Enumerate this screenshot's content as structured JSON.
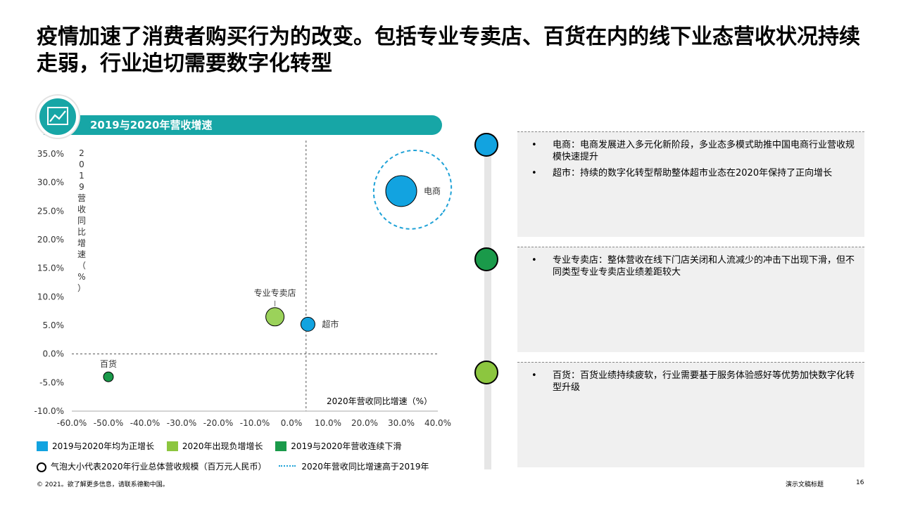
{
  "page": {
    "title": "疫情加速了消费者购买行为的改变。包括专业专卖店、百货在内的线下业态营收状况持续走弱，行业迫切需要数字化转型",
    "chart_header": "2019与2020年营收增速",
    "badge_icon": "line-chart-icon"
  },
  "chart_data": {
    "type": "scatter",
    "title": "2019与2020年营收增速",
    "xlabel": "2020年营收同比增速（%）",
    "ylabel": "2019营收同比增速（%）",
    "xlim": [
      -60,
      40
    ],
    "ylim": [
      -10,
      35
    ],
    "x_ticks": [
      "-60.0%",
      "-50.0%",
      "-40.0%",
      "-30.0%",
      "-20.0%",
      "-10.0%",
      "0.0%",
      "10.0%",
      "20.0%",
      "30.0%",
      "40.0%"
    ],
    "y_ticks": [
      "35.0%",
      "30.0%",
      "25.0%",
      "20.0%",
      "15.0%",
      "10.0%",
      "5.0%",
      "0.0%",
      "-5.0%",
      "-10.0%"
    ],
    "y_tick_values": [
      35,
      30,
      25,
      20,
      15,
      10,
      5,
      0,
      -5,
      -10
    ],
    "grid": false,
    "points": [
      {
        "name": "电商",
        "x": 30.0,
        "y": 28.5,
        "size": 22,
        "color": "#12a3e0"
      },
      {
        "name": "专业专卖店",
        "x": -4.5,
        "y": 6.5,
        "size": 13,
        "color": "#9bd25a"
      },
      {
        "name": "超市",
        "x": 4.5,
        "y": 5.2,
        "size": 10,
        "color": "#12a3e0"
      },
      {
        "name": "百货",
        "x": -50.0,
        "y": -4.0,
        "size": 7,
        "color": "#1a9a4a"
      }
    ],
    "highlight_ellipse_label": "2020年营收同比增速高于2019年"
  },
  "legend": {
    "row1": [
      {
        "label": "2019与2020年均为正增长",
        "color": "#12a3e0"
      },
      {
        "label": "2020年出现负增增长",
        "color": "#8cc63f"
      },
      {
        "label": "2019与2020年营收连续下滑",
        "color": "#1a9a4a"
      }
    ],
    "bubble_note": "气泡大小代表2020年行业总体营收规模（百万元人民币）",
    "dash_note": "2020年营收同比增速高于2019年"
  },
  "panels": [
    {
      "dot_color": "#12a3e0",
      "bullets": [
        "电商：电商发展进入多元化新阶段，多业态多模式助推中国电商行业营收规模快速提升",
        "超市：持续的数字化转型帮助整体超市业态在2020年保持了正向增长"
      ]
    },
    {
      "dot_color": "#1a9a4a",
      "bullets": [
        "专业专卖店：整体营收在线下门店关闭和人流减少的冲击下出现下滑，但不同类型专业专卖店业绩差距较大"
      ]
    },
    {
      "dot_color": "#8cc63f",
      "bullets": [
        "百货：百货业绩持续疲软，行业需要基于服务体验感好等优势加快数字化转型升级"
      ]
    }
  ],
  "footer": {
    "copyright": "© 2021。欲了解更多信息，请联系德勤中国。",
    "deck_title": "演示文稿标题",
    "page_number": "16"
  }
}
